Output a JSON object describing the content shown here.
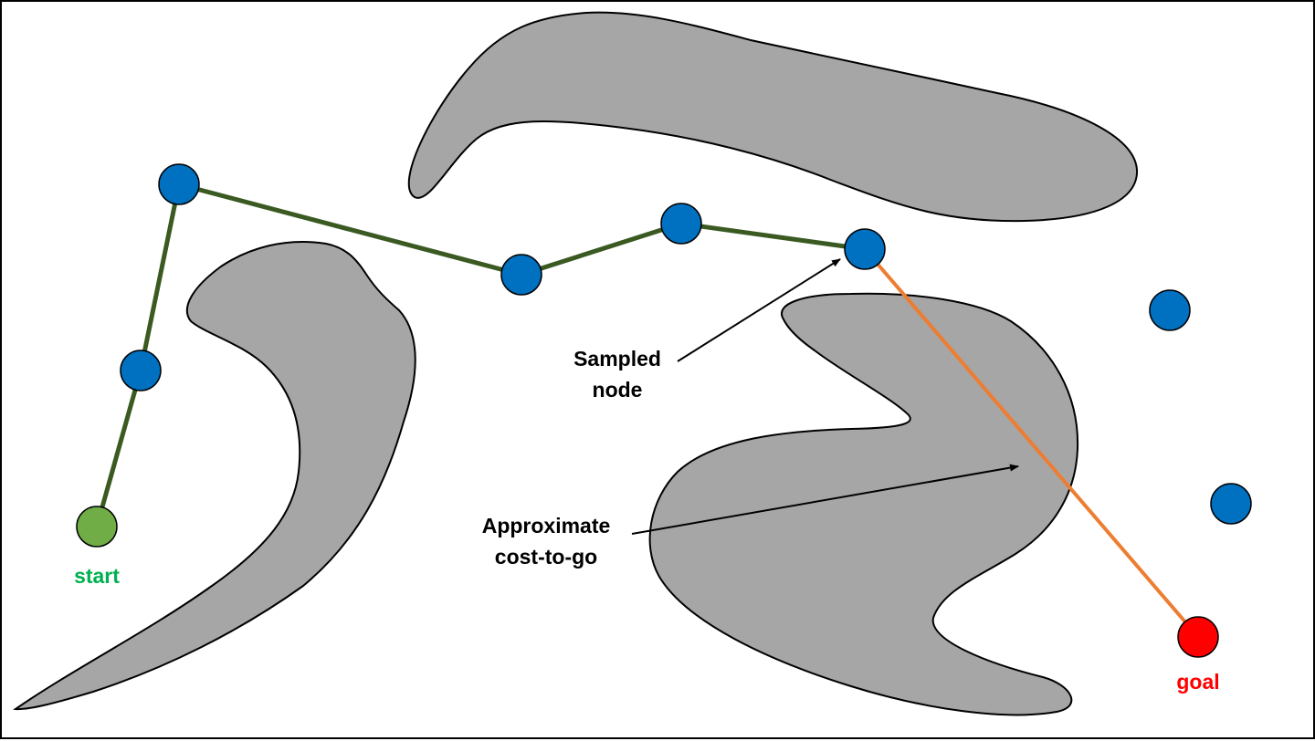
{
  "labels": {
    "start": "start",
    "goal": "goal",
    "sampled_node_line1": "Sampled",
    "sampled_node_line2": "node",
    "cost_to_go_line1": "Approximate",
    "cost_to_go_line2": "cost-to-go"
  },
  "colors": {
    "obstacle_fill": "#a6a6a6",
    "node_fill": "#0070c0",
    "path_edge": "#3a5a22",
    "heuristic_edge": "#ed7d31",
    "start_fill": "#70ad47",
    "start_label": "#00b050",
    "goal_fill": "#ff0000",
    "goal_label": "#ff0000"
  }
}
